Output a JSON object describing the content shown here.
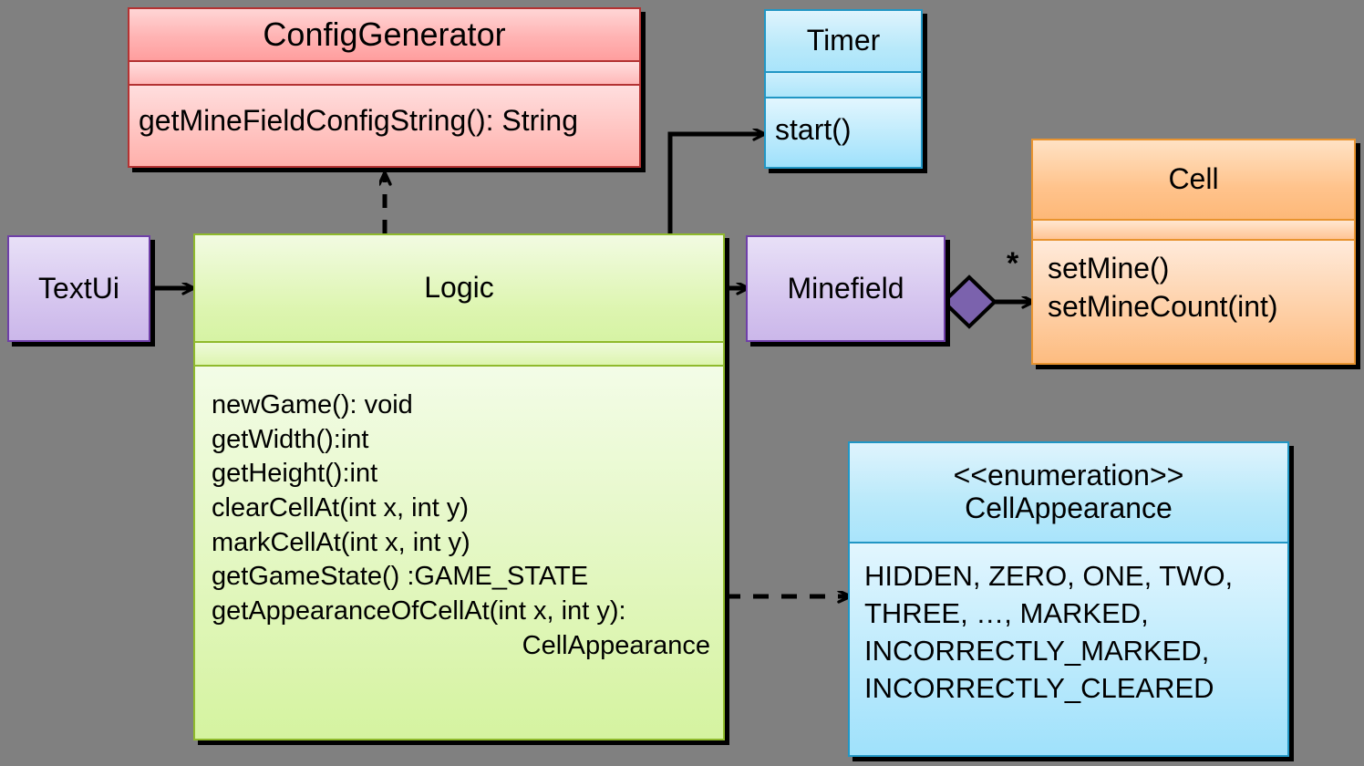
{
  "diagram": {
    "type": "uml-class-diagram",
    "background_color": "#808080",
    "classes": [
      {
        "id": "configgenerator",
        "name": "ConfigGenerator",
        "stereotype": "",
        "color": "#ffb3b3",
        "border_color": "#b33232",
        "attributes": [],
        "methods": [
          "getMineFieldConfigString(): String"
        ]
      },
      {
        "id": "timer",
        "name": "Timer",
        "stereotype": "",
        "color": "#aee6fb",
        "border_color": "#2196c4",
        "attributes": [],
        "methods": [
          "start()"
        ]
      },
      {
        "id": "cell",
        "name": "Cell",
        "stereotype": "",
        "color": "#fdbc80",
        "border_color": "#e8932f",
        "attributes": [],
        "methods": [
          "setMine()",
          "setMineCount(int)"
        ]
      },
      {
        "id": "logic",
        "name": "Logic",
        "stereotype": "",
        "color": "#d5f3a0",
        "border_color": "#8fba2c",
        "attributes": [],
        "methods": [
          "newGame(): void",
          "getWidth():int",
          "getHeight():int",
          "clearCellAt(int x, int y)",
          "markCellAt(int x, int y)",
          "getGameState() :GAME_STATE",
          "getAppearanceOfCellAt(int x, int y):",
          "CellAppearance"
        ]
      },
      {
        "id": "textui",
        "name": "TextUi",
        "stereotype": "",
        "color": "#cbb7ea",
        "border_color": "#6f3fa8",
        "attributes": [],
        "methods": []
      },
      {
        "id": "minefield",
        "name": "Minefield",
        "stereotype": "",
        "color": "#cbb7ea",
        "border_color": "#6f3fa8",
        "attributes": [],
        "methods": []
      },
      {
        "id": "cellappearance",
        "name": "CellAppearance",
        "stereotype": "<<enumeration>>",
        "color": "#9fe1fb",
        "border_color": "#2196c4",
        "attributes": [],
        "literals": [
          "HIDDEN, ZERO, ONE, TWO,",
          "THREE, …, MARKED,",
          "INCORRECTLY_MARKED,",
          "INCORRECTLY_CLEARED"
        ]
      }
    ],
    "relationships": [
      {
        "id": "textui-logic",
        "from": "TextUi",
        "to": "Logic",
        "kind": "association",
        "line": "solid",
        "arrow": "open",
        "label": ""
      },
      {
        "id": "logic-configgenerator",
        "from": "Logic",
        "to": "ConfigGenerator",
        "kind": "dependency",
        "line": "dashed",
        "arrow": "open",
        "label": ""
      },
      {
        "id": "logic-timer",
        "from": "Logic",
        "to": "Timer",
        "kind": "association",
        "line": "solid",
        "arrow": "open",
        "label": ""
      },
      {
        "id": "logic-minefield",
        "from": "Logic",
        "to": "Minefield",
        "kind": "association",
        "line": "solid",
        "arrow": "open",
        "label": ""
      },
      {
        "id": "minefield-cell",
        "from": "Minefield",
        "to": "Cell",
        "kind": "composition",
        "line": "solid",
        "arrow": "open",
        "label": "*"
      },
      {
        "id": "logic-cellappearance",
        "from": "Logic",
        "to": "CellAppearance",
        "kind": "dependency",
        "line": "dashed",
        "arrow": "open",
        "label": ""
      }
    ],
    "labels": {
      "multiplicity_many": "*"
    }
  }
}
